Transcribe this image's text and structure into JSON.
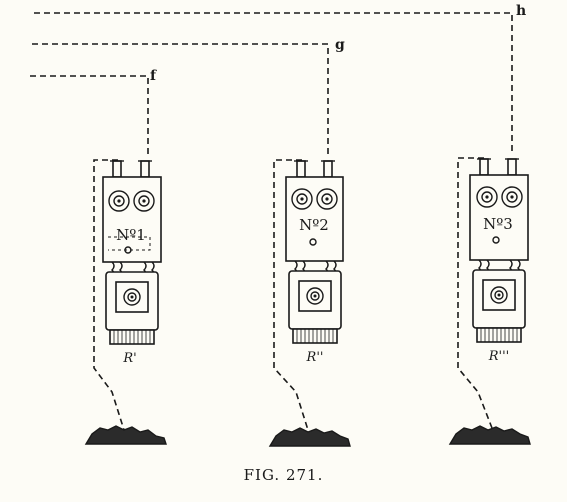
{
  "diagram": {
    "wire_labels": [
      "f",
      "g",
      "h"
    ],
    "units": [
      {
        "number_label": "Nº1",
        "resistance_label": "R'"
      },
      {
        "number_label": "Nº2",
        "resistance_label": "R''"
      },
      {
        "number_label": "Nº3",
        "resistance_label": "R'''"
      }
    ]
  },
  "caption": "FIG. 271."
}
